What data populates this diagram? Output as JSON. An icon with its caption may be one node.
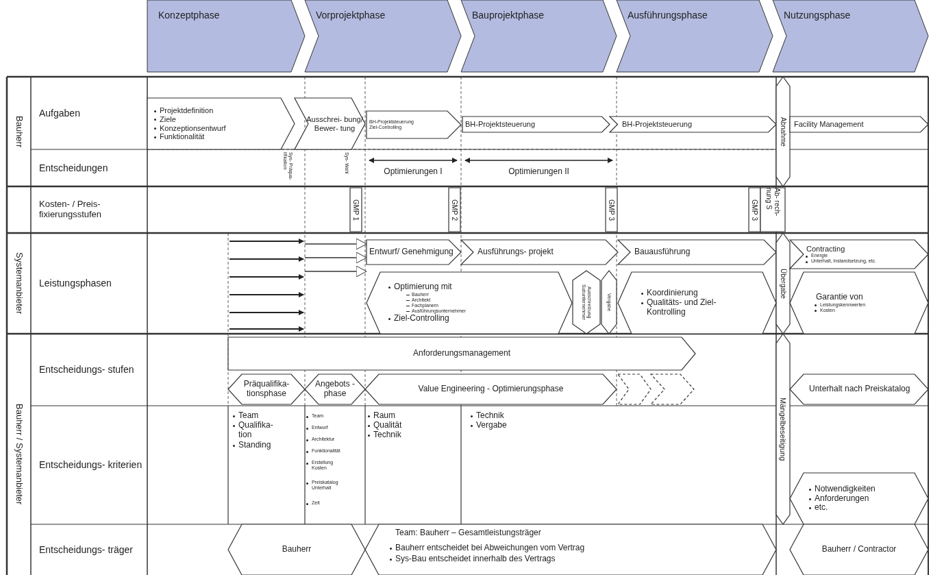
{
  "diagram": {
    "nodes": [
      {
        "text": [
          "Konzeptphase"
        ]
      },
      {
        "text": [
          "Vorprojektphase"
        ]
      },
      {
        "text": [
          "Bauprojektphase"
        ]
      },
      {
        "text": [
          "Ausführungsphase"
        ]
      },
      {
        "text": [
          "Nutzungsphase"
        ]
      },
      {
        "text": [
          "Bauherr"
        ]
      },
      {
        "text": [
          "Aufgaben"
        ]
      },
      {
        "text": [
          "Entscheidungen"
        ]
      },
      {
        "text": [
          "Kosten- / Preis- fixierungsstufen"
        ]
      },
      {
        "text": [
          "Systemanbieter"
        ]
      },
      {
        "text": [
          "Leistungsphasen"
        ]
      },
      {
        "text": [
          "Bauherr / Systemanbieter"
        ]
      },
      {
        "text": [
          "Entscheidungs- stufen"
        ]
      },
      {
        "text": [
          "Entscheidungs- kriterien"
        ]
      },
      {
        "text": [
          "Entscheidungs- träger"
        ]
      },
      {
        "text": [
          "Projektdefinition",
          "Ziele",
          "Konzeptionsentwurf",
          "Funktionalität"
        ]
      },
      {
        "text": [
          "Ausschrei- bung/ Bewer- tung"
        ]
      },
      {
        "text": [
          "BH-Projektsteuerung",
          "Ziel-Controlling"
        ]
      },
      {
        "text": [
          "BH-Projektsteuerung"
        ]
      },
      {
        "text": [
          "BH-Projektsteuerung"
        ]
      },
      {
        "text": [
          "Abnahme"
        ]
      },
      {
        "text": [
          "Facility Management"
        ]
      },
      {
        "text": [
          "GMP 1"
        ]
      },
      {
        "text": [
          "GMP 2"
        ]
      },
      {
        "text": [
          "GMP 3"
        ]
      },
      {
        "text": [
          "GMP 3"
        ]
      },
      {
        "text": [
          "Ab- rech- nung S"
        ]
      },
      {
        "text": [
          "Entwurf/ Genehmigung"
        ]
      },
      {
        "text": [
          "Ausführungs- projekt"
        ]
      },
      {
        "text": [
          "Bauausführung"
        ]
      },
      {
        "text": [
          "Übergabe"
        ]
      },
      {
        "text": [
          "Contracting",
          "Energie",
          "Unterhalt, Instandsetzung, etc."
        ]
      },
      {
        "text": [
          "Optimierung mit",
          "Bauherr",
          "Architekt",
          "Fachplanern",
          "Ausführungsunternehmer",
          "Ziel-Controlling"
        ]
      },
      {
        "text": [
          "Ausschreibung Subunternehmer"
        ]
      },
      {
        "text": [
          "Vergabe"
        ]
      },
      {
        "text": [
          "Koordinierung",
          "Qualitäts- und Ziel-Kontrolling"
        ]
      },
      {
        "text": [
          "Garantie von",
          "Leistungskennwerten",
          "Kosten"
        ]
      },
      {
        "text": [
          "Anforderungsmanagement"
        ]
      },
      {
        "text": [
          "Präqualifika- tionsphase"
        ]
      },
      {
        "text": [
          "Angebots -phase"
        ]
      },
      {
        "text": [
          "Value Engineering - Optimierungsphase"
        ]
      },
      {
        "text": [],
        "shape": "chevron"
      },
      {
        "text": [],
        "shape": "chevron"
      },
      {
        "text": [
          "Mängelbeseitigung"
        ]
      },
      {
        "text": [
          "Unterhalt nach Preiskatalog"
        ]
      },
      {
        "text": [
          "Notwendigkeiten",
          "Anforderungen",
          "etc."
        ]
      },
      {
        "text": [
          "Bauherr"
        ]
      },
      {
        "text": [
          "Team: Bauherr – Gesamtleistungsträger",
          "Bauherr entscheidet bei Abweichungen vom Vertrag",
          "Sys-Bau entscheidet innerhalb des Vertrags"
        ]
      },
      {
        "text": [
          "Bauherr / Contractor"
        ]
      }
    ],
    "edges": [
      {
        "from": null,
        "to": 27,
        "arrow": "to"
      },
      {
        "from": null,
        "to": 27,
        "arrow": "to"
      },
      {
        "from": null,
        "to": 27,
        "arrow": "to"
      }
    ],
    "labels": [
      "Sys- Präqua- lifikation",
      "Sys- Wahl",
      "Optimierungen I",
      "Optimierungen II",
      "Team",
      "Qualifika- tion",
      "Standing",
      "Team",
      "Entwurf",
      "Architektur",
      "Funktionalität",
      "Erstellung Kosten",
      "Preiskatalog Unterhalt",
      "Zeit",
      "Raum",
      "Qualität",
      "Technik",
      "Technik",
      "Vergabe"
    ]
  }
}
